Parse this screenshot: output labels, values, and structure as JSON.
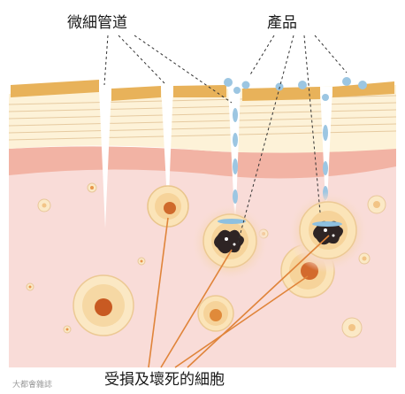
{
  "labels": {
    "microchannel": "微細管道",
    "product": "產品",
    "damaged_cells": "受損及壞死的細胞"
  },
  "watermark": "大都會雜誌",
  "colors": {
    "stratum_gold": "#e8b25a",
    "stratum_light": "#fdf2d8",
    "epidermis_pink": "#f2b3a4",
    "dermis_pink": "#f9dcd8",
    "product_blue": "#9cc6e2",
    "pointer_orange": "#e0843a",
    "cell_outer": "#f6e3b2",
    "cell_nucleus": "#d36a2d",
    "necrotic_core": "#2e2424"
  }
}
